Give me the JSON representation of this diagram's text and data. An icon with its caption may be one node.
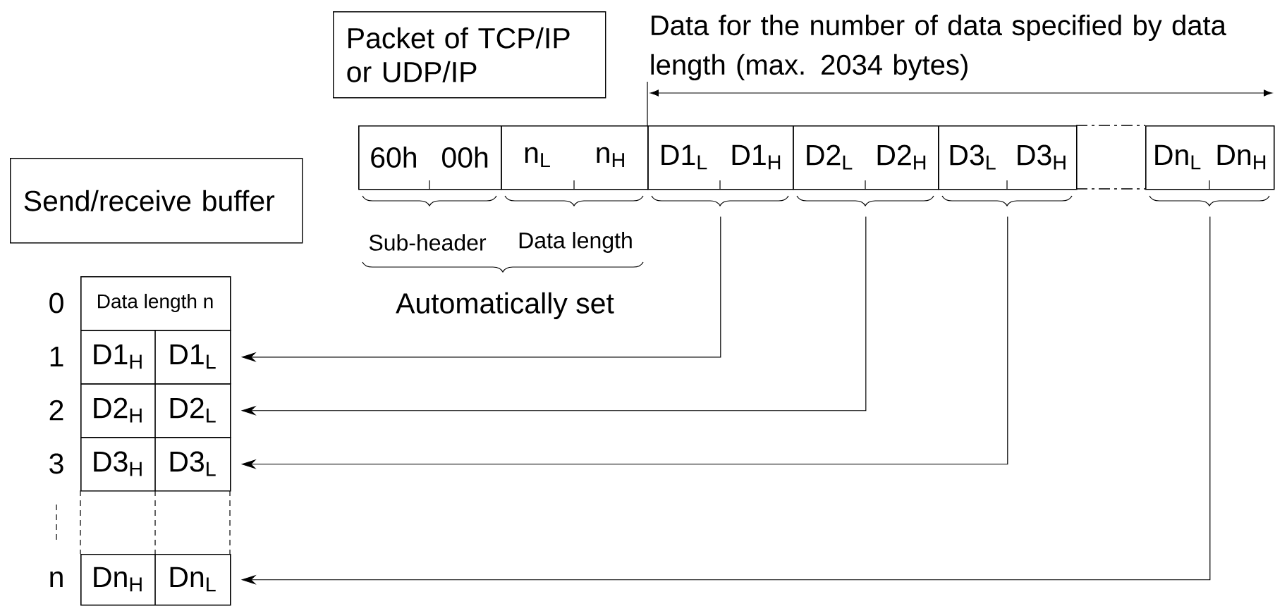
{
  "diagram": {
    "nodes": [
      {
        "text": [
          "Packet of TCP/IP or UDP/IP"
        ]
      },
      {
        "text": [
          "Send/receive buffer"
        ]
      },
      {
        "text": [
          "60h",
          "00h"
        ]
      },
      {
        "text": [
          "n$_{L}$",
          "n$_{H}$"
        ]
      },
      {
        "text": [
          "D1$_{L}$",
          "D1$_{H}$"
        ]
      },
      {
        "text": [
          "D2$_{L}$",
          "D2$_{H}$"
        ]
      },
      {
        "text": [
          "D3$_{L}$",
          "D3$_{H}$"
        ]
      },
      {
        "text": [
          "Dn$_{L}$",
          "Dn$_{H}$"
        ]
      },
      {
        "text": [
          "Data length n"
        ]
      },
      {
        "text": [
          "D1$_{H}$",
          "D1$_{L}$"
        ]
      },
      {
        "text": [
          "D2$_{H}$",
          "D2$_{L}$"
        ]
      },
      {
        "text": [
          "D3$_{H}$",
          "D3$_{L}$"
        ]
      },
      {
        "text": [],
        "shape": "box"
      },
      {
        "text": [
          "Dn$_{H}$",
          "Dn$_{L}$"
        ]
      }
    ],
    "edges": [
      {
        "from": 4,
        "to": 9,
        "arrow": "to"
      },
      {
        "from": 5,
        "to": 10,
        "arrow": "to"
      },
      {
        "from": 6,
        "to": 11,
        "arrow": "to"
      },
      {
        "from": 7,
        "to": 13,
        "arrow": "to"
      }
    ],
    "labels": [
      "Data for the number of data specified by data length (max. 2034 bytes)",
      "Sub-header",
      "Data length",
      "Automatically set",
      "0",
      "1",
      "2",
      "3",
      "n"
    ]
  }
}
